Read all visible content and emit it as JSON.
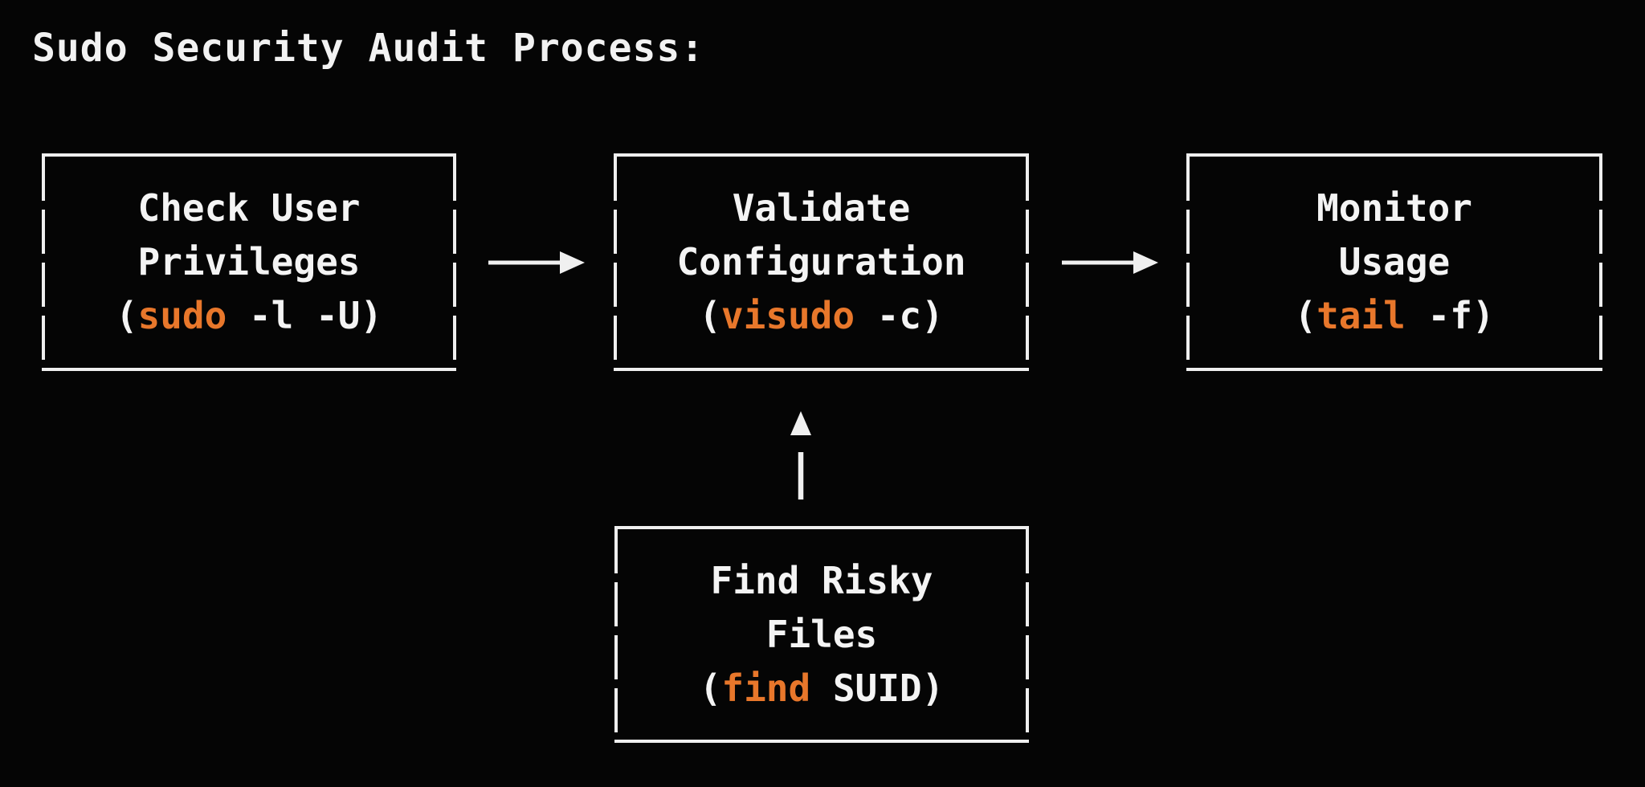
{
  "title": "Sudo Security Audit Process:",
  "colors": {
    "background": "#050505",
    "box_border": "#efefef",
    "text": "#f4f4f4",
    "command_highlight": "#e8772b",
    "arrow": "#f0f0f0"
  },
  "boxes": [
    {
      "id": "check-user-privileges",
      "line1": "Check User",
      "line2": "Privileges",
      "cmd_prefix": "(",
      "cmd": "sudo",
      "cmd_suffix": " -l -U)"
    },
    {
      "id": "validate-configuration",
      "line1": "Validate",
      "line2": "Configuration",
      "cmd_prefix": "(",
      "cmd": "visudo",
      "cmd_suffix": " -c)"
    },
    {
      "id": "monitor-usage",
      "line1": "Monitor",
      "line2": "Usage",
      "cmd_prefix": "(",
      "cmd": "tail",
      "cmd_suffix": " -f)"
    },
    {
      "id": "find-risky-files",
      "line1": "Find Risky",
      "line2": "Files",
      "cmd_prefix": "(",
      "cmd": "find",
      "cmd_suffix": " SUID)"
    }
  ],
  "arrows": [
    {
      "from": "check-user-privileges",
      "to": "validate-configuration",
      "direction": "right"
    },
    {
      "from": "validate-configuration",
      "to": "monitor-usage",
      "direction": "right"
    },
    {
      "from": "find-risky-files",
      "to": "validate-configuration",
      "direction": "up"
    }
  ]
}
